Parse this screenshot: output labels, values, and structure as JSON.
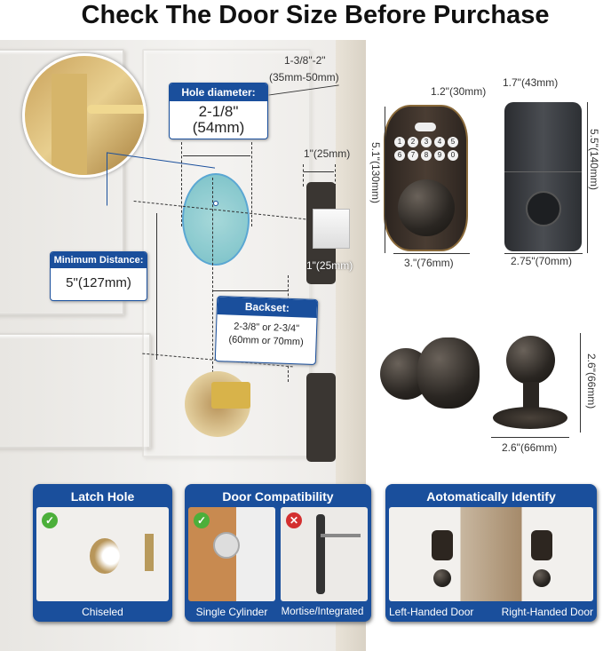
{
  "title": "Check The Door Size Before Purchase",
  "door_thickness": {
    "inch": "1-3/8\"-2\"",
    "mm": "(35mm-50mm)"
  },
  "hole_diameter": {
    "header": "Hole diameter:",
    "inch": "2-1/8\"",
    "mm": "(54mm)"
  },
  "minimum_distance": {
    "header": "Minimum Distance:",
    "value": "5\"(127mm)"
  },
  "backset": {
    "header": "Backset:",
    "line1": "2-3/8\" or 2-3/4\"",
    "line2": "(60mm or 70mm)"
  },
  "latch": {
    "width": "1\"(25mm)",
    "depth": "1\"(25mm)"
  },
  "keypad_lock": {
    "depth": "1.2\"(30mm)",
    "height": "5.1\"(130mm)",
    "width": "3.\"(76mm)",
    "keys": [
      "1",
      "2",
      "3",
      "4",
      "5",
      "6",
      "7",
      "8",
      "9",
      "0"
    ]
  },
  "interior_unit": {
    "depth": "1.7\"(43mm)",
    "height": "5.5\"(140mm)",
    "width": "2.75\"(70mm)"
  },
  "knob": {
    "height": "2.6\"(66mm)",
    "width": "2.6\"(66mm)"
  },
  "cards": {
    "latch_hole": {
      "title": "Latch Hole",
      "caption": "Chiseled"
    },
    "door_compat": {
      "title": "Door Compatibility",
      "ok": "Single Cylinder",
      "no": "Mortise/Integrated"
    },
    "auto_identify": {
      "title": "Aotomatically Identify",
      "left": "Left-Handed Door",
      "right": "Right-Handed Door"
    }
  },
  "colors": {
    "brand_blue": "#1a4f9c",
    "check_green": "#4caf3a",
    "cross_red": "#d32f2f"
  },
  "icons": [
    "check-icon",
    "cross-icon"
  ]
}
